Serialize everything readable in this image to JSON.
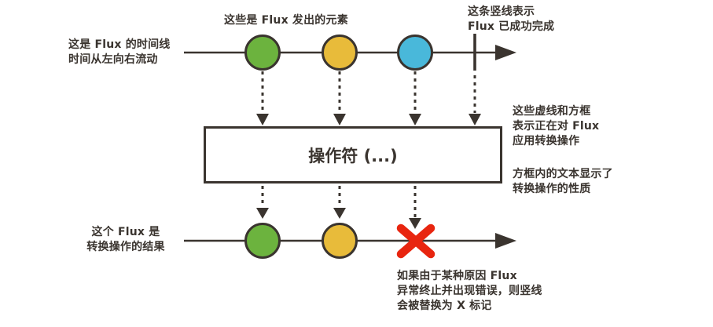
{
  "colors": {
    "ink": "#3a342f",
    "green": "#6cb33e",
    "yellow": "#e8bb3a",
    "blue": "#49b8da",
    "red": "#e8250f",
    "box_bg": "#ffffff",
    "page_bg": "#ffffff"
  },
  "annotations": {
    "top_left": "这是 Flux 的时间线\n时间从左向右流动",
    "top_center": "这些是 Flux 发出的元素",
    "top_right": "这条竖线表示\nFlux 已成功完成",
    "right_upper": "这些虚线和方框\n表示正在对 Flux\n应用转换操作",
    "right_lower": "方框内的文本显示了\n转换操作的性质",
    "bottom_left": "这个 Flux 是\n转换操作的结果",
    "bottom_right": "如果由于某种原因 Flux\n异常终止并出现错误，则竖线\n会被替换为 X 标记"
  },
  "operator_box": {
    "label": "操作符 (...)"
  },
  "diagram": {
    "type": "reactive-marble-diagram",
    "source_flux": {
      "marbles": [
        {
          "index": 1,
          "color_name": "green"
        },
        {
          "index": 2,
          "color_name": "yellow"
        },
        {
          "index": 3,
          "color_name": "blue"
        }
      ],
      "terminal": "complete"
    },
    "result_flux": {
      "marbles": [
        {
          "index": 1,
          "color_name": "green"
        },
        {
          "index": 2,
          "color_name": "yellow"
        }
      ],
      "terminal": "error"
    }
  }
}
